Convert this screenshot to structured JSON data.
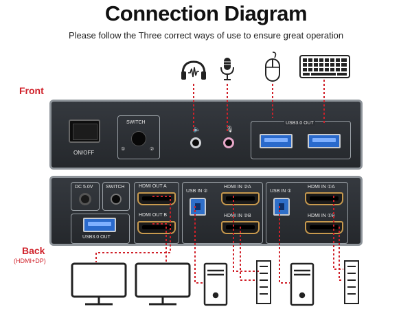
{
  "title": "Connection Diagram",
  "subtitle": "Please follow the Three correct ways of use to ensure great operation",
  "labels": {
    "front": "Front",
    "back": "Back",
    "back_sub": "(HDMI+DP)"
  },
  "front_panel": {
    "onoff": "ON/OFF",
    "switch": "SWITCH",
    "switch_1": "①",
    "switch_2": "②",
    "usb_out": "USB3.0 OUT"
  },
  "back_panel": {
    "dc": "DC 5.0V",
    "switch": "SWITCH",
    "usb_out": "USB3.0 OUT",
    "hdmi_out_a": "HDMI OUT A",
    "hdmi_out_b": "HDMI OUT B",
    "usb_in_2": "USB IN ②",
    "hdmi_in_2a": "HDMI IN ②A",
    "hdmi_in_2b": "HDMI IN ②B",
    "usb_in_1": "USB IN ①",
    "hdmi_in_1a": "HDMI IN ①A",
    "hdmi_in_1b": "HDMI IN ①B"
  },
  "colors": {
    "accent": "#d0212a",
    "panel": "#2b2e33",
    "hdmi_gold": "#c89a4e",
    "usb_blue": "#2a6acc"
  },
  "icons": [
    "headphones-icon",
    "microphone-icon",
    "mouse-icon",
    "keyboard-icon",
    "monitor-icon",
    "pc-tower-icon",
    "graphics-card-icon"
  ]
}
